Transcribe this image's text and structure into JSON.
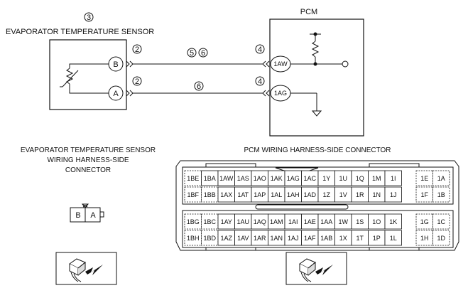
{
  "sensor": {
    "title": "EVAPORATOR TEMPERATURE SENSOR",
    "callout": "3",
    "terminal_b": "B",
    "terminal_a": "A"
  },
  "pcm": {
    "title": "PCM",
    "terminal_top": "1AW",
    "terminal_bottom": "1AG"
  },
  "wires": {
    "top_left_callout": "2",
    "top_mid_callouts": [
      "5",
      "6"
    ],
    "top_right_callout": "4",
    "bottom_left_callout": "2",
    "bottom_mid_callout": "6",
    "bottom_right_callout": "4"
  },
  "sensor_connector": {
    "title_lines": [
      "EVAPORATOR TEMPERATURE SENSOR",
      "WIRING HARNESS-SIDE",
      "CONNECTOR"
    ],
    "pins": [
      "B",
      "A"
    ]
  },
  "pcm_connector": {
    "title": "PCM WIRING HARNESS-SIDE CONNECTOR",
    "upper_block": {
      "left": [
        [
          "1BE"
        ],
        [
          "1BF",
          "1BB"
        ]
      ],
      "main_rows": [
        [
          "1BA",
          "1AW",
          "1AS",
          "1AO",
          "1AK",
          "1AG",
          "1AC",
          "1Y",
          "1U",
          "1Q",
          "1M",
          "1I"
        ],
        [
          "1AX",
          "1AT",
          "1AP",
          "1AL",
          "1AH",
          "1AD",
          "1Z",
          "1V",
          "1R",
          "1N",
          "1J"
        ]
      ],
      "right_rows": [
        [
          "1E",
          "1A"
        ],
        [
          "1F",
          "1B"
        ]
      ]
    },
    "lower_block": {
      "left": [
        [
          "1BG",
          "1BC"
        ],
        [
          "1BH",
          "1BD",
          "1AZ"
        ]
      ],
      "main_rows": [
        [
          "1AY",
          "1AU",
          "1AQ",
          "1AM",
          "1AI",
          "1AE",
          "1AA",
          "1W",
          "1S",
          "1O",
          "1K"
        ],
        [
          "1AV",
          "1AR",
          "1AN",
          "1AJ",
          "1AF",
          "1AB",
          "1X",
          "1T",
          "1P",
          "1L"
        ]
      ],
      "right_rows": [
        [
          "1G",
          "1C"
        ],
        [
          "1H",
          "1D"
        ]
      ]
    }
  }
}
